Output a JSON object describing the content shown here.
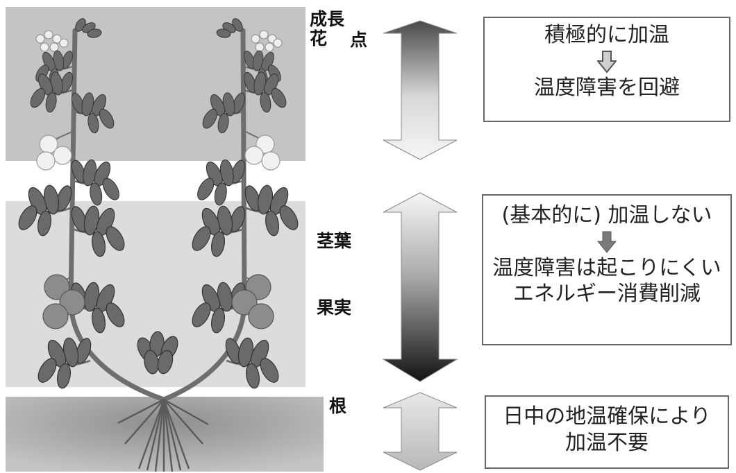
{
  "labels": {
    "seichoten_a": "成長",
    "seichoten_b": "花",
    "seichoten_c": "点",
    "kyoyo": "茎葉",
    "kajitsu": "果実",
    "ne": "根"
  },
  "boxes": {
    "top": {
      "line1": "積極的に加温",
      "line2": "温度障害を回避"
    },
    "middle": {
      "line1": "(基本的に) 加温しない",
      "line2": "温度障害は起こりにくい",
      "line3": "エネルギー消費削減"
    },
    "bottom": {
      "line1": "日中の地温確保により",
      "line2": "加温不要"
    }
  },
  "colors": {
    "top_zone": "#c4c4c4",
    "middle_zone": "#dcdcdc",
    "soil_zone": "#bfbfbf",
    "stem": "#6e6e6e",
    "leaf": "#6a6a6a",
    "fruit": "#8c8c8c",
    "flower": "#eeeeee",
    "box_border": "#666666"
  }
}
